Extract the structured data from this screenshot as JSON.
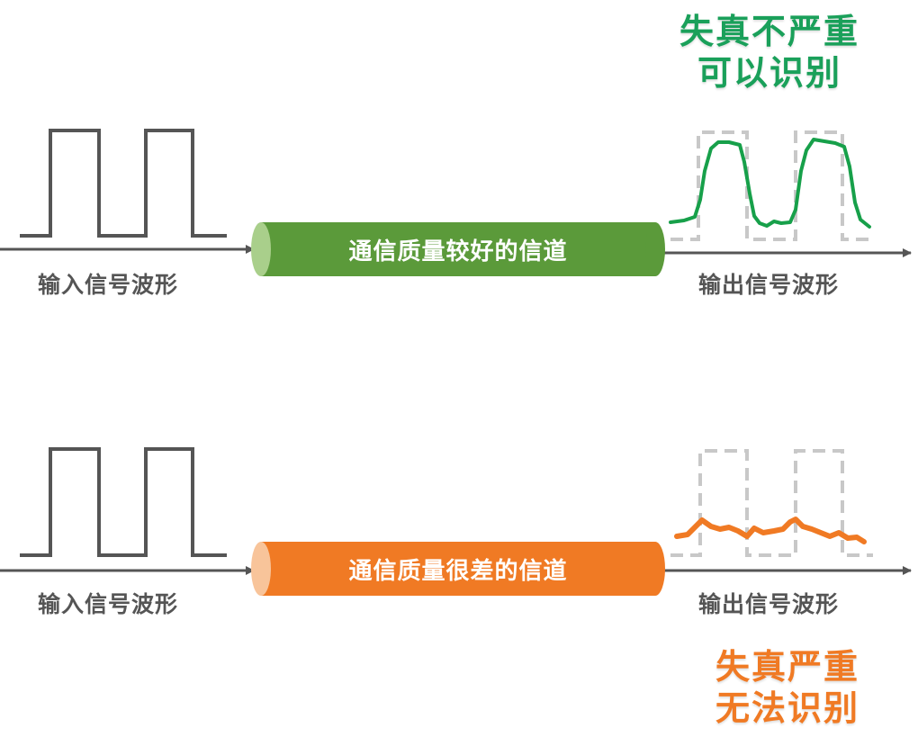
{
  "top": {
    "input_caption": "输入信号波形",
    "channel_label": "通信质量较好的信道",
    "output_caption": "输出信号波形",
    "note_line1": "失真不严重",
    "note_line2": "可以识别"
  },
  "bottom": {
    "input_caption": "输入信号波形",
    "channel_label": "通信质量很差的信道",
    "output_caption": "输出信号波形",
    "note_line1": "失真严重",
    "note_line2": "无法识别"
  },
  "colors": {
    "good_channel": "#5b9a3a",
    "good_channel_end": "#a9cf8b",
    "good_note": "#1aa05a",
    "good_output_wave": "#17a04a",
    "bad_channel": "#f07a24",
    "bad_channel_end": "#f8c49a",
    "bad_note": "#f07a24",
    "bad_output_wave": "#f07a24",
    "axis": "#555555",
    "input_wave": "#555555",
    "reference_dash": "#c8c8c8"
  }
}
